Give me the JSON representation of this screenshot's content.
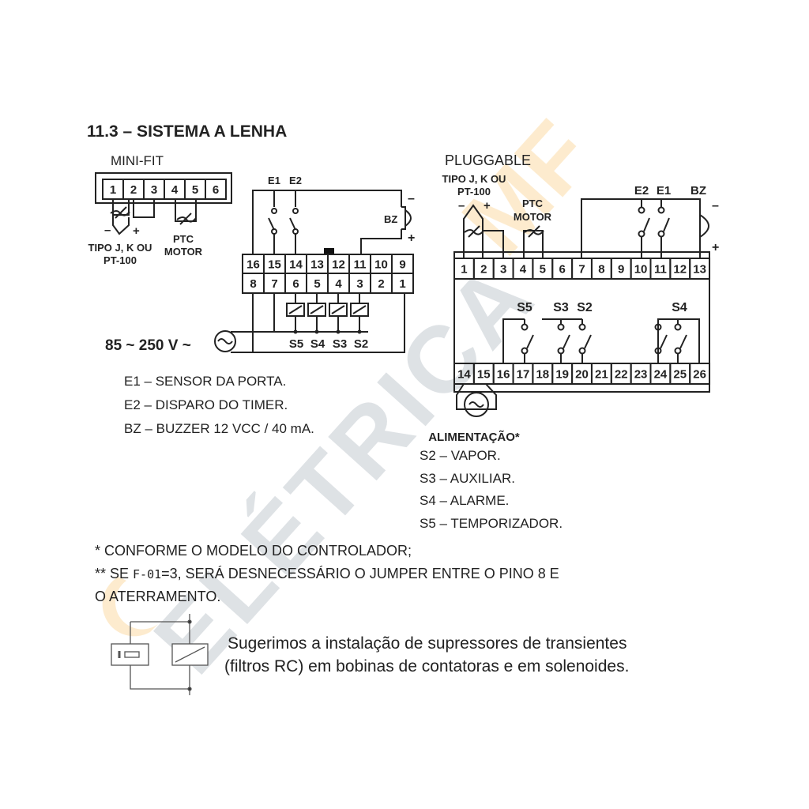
{
  "title": "11.3 – SISTEMA A LENHA",
  "watermark": "ELÉTRICA MF",
  "minifit": {
    "label": "MINI-FIT",
    "pins": [
      "1",
      "2",
      "3",
      "4",
      "5",
      "6"
    ],
    "sensor_label_1": "TIPO J, K OU",
    "sensor_label_2": "PT-100",
    "minus": "–",
    "plus": "+",
    "ptc_1": "PTC",
    "ptc_2": "MOTOR"
  },
  "middle": {
    "e1": "E1",
    "e2": "E2",
    "bz": "BZ",
    "minus": "–",
    "plus": "+",
    "top_pins": [
      "16",
      "15",
      "14",
      "13",
      "12",
      "11",
      "10",
      "9"
    ],
    "bottom_pins": [
      "8",
      "7",
      "6",
      "5",
      "4",
      "3",
      "2",
      "1"
    ],
    "voltage": "85 ~ 250 V ~",
    "outputs": [
      "S5",
      "S4",
      "S3",
      "S2"
    ]
  },
  "pluggable": {
    "label": "PLUGGABLE",
    "sensor_label_1": "TIPO J, K OU",
    "sensor_label_2": "PT-100",
    "minus": "–",
    "plus": "+",
    "ptc_1": "PTC",
    "ptc_2": "MOTOR",
    "e2": "E2",
    "e1": "E1",
    "bz": "BZ",
    "bz_minus": "–",
    "bz_plus": "+",
    "top_pins": [
      "1",
      "2",
      "3",
      "4",
      "5",
      "6",
      "7",
      "8",
      "9",
      "10",
      "11",
      "12",
      "13"
    ],
    "bottom_pins": [
      "14",
      "15",
      "16",
      "17",
      "18",
      "19",
      "20",
      "21",
      "22",
      "23",
      "24",
      "25",
      "26"
    ],
    "s5": "S5",
    "s3": "S3",
    "s2": "S2",
    "s4": "S4",
    "power": "ALIMENTAÇÃO*"
  },
  "legend_left": [
    "E1 – SENSOR DA PORTA.",
    "E2 – DISPARO DO TIMER.",
    "BZ – BUZZER 12 VCC / 40 mA."
  ],
  "legend_right": [
    "S2 – VAPOR.",
    "S3 – AUXILIAR.",
    "S4 – ALARME.",
    "S5 – TEMPORIZADOR."
  ],
  "notes": {
    "note1": "* CONFORME O MODELO DO CONTROLADOR;",
    "note2_prefix": "** SE ",
    "note2_param": "F-01",
    "note2_suffix": "=3, SERÁ DESNECESSÁRIO O JUMPER ENTRE O PINO 8 E",
    "note3": "O ATERRAMENTO."
  },
  "suggestion": {
    "line1": "Sugerimos a instalação de supressores de transientes",
    "line2": "(filtros RC) em bobinas de contatoras e em solenoides."
  }
}
